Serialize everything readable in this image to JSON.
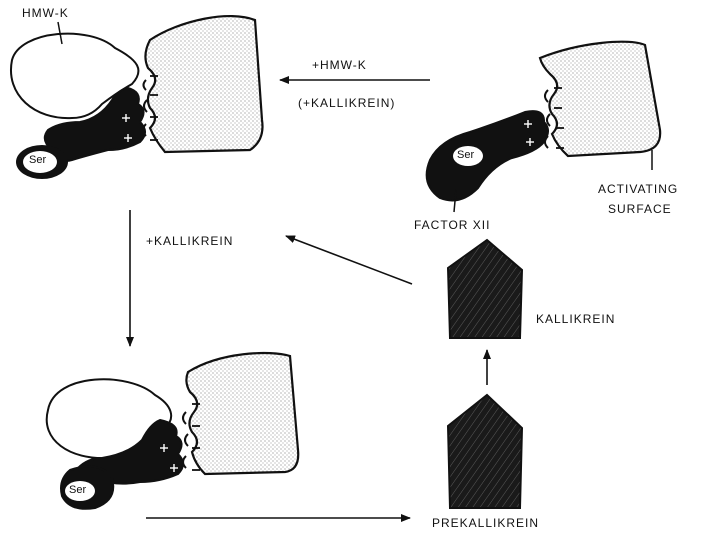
{
  "labels": {
    "hmwk_top": "HMW-K",
    "plus_hmwk": "+HMW-K",
    "plus_kallikrein_paren": "(+KALLIKREIN)",
    "activating_line1": "ACTIVATING",
    "activating_line2": "SURFACE",
    "factor_xii": "FACTOR XII",
    "plus_kallikrein": "+KALLIKREIN",
    "kallikrein": "KALLIKREIN",
    "prekallikrein": "PREKALLIKREIN",
    "ser": "Ser"
  },
  "colors": {
    "ink": "#111111",
    "surface_fill": "#e2e2e2",
    "background": "#ffffff"
  }
}
